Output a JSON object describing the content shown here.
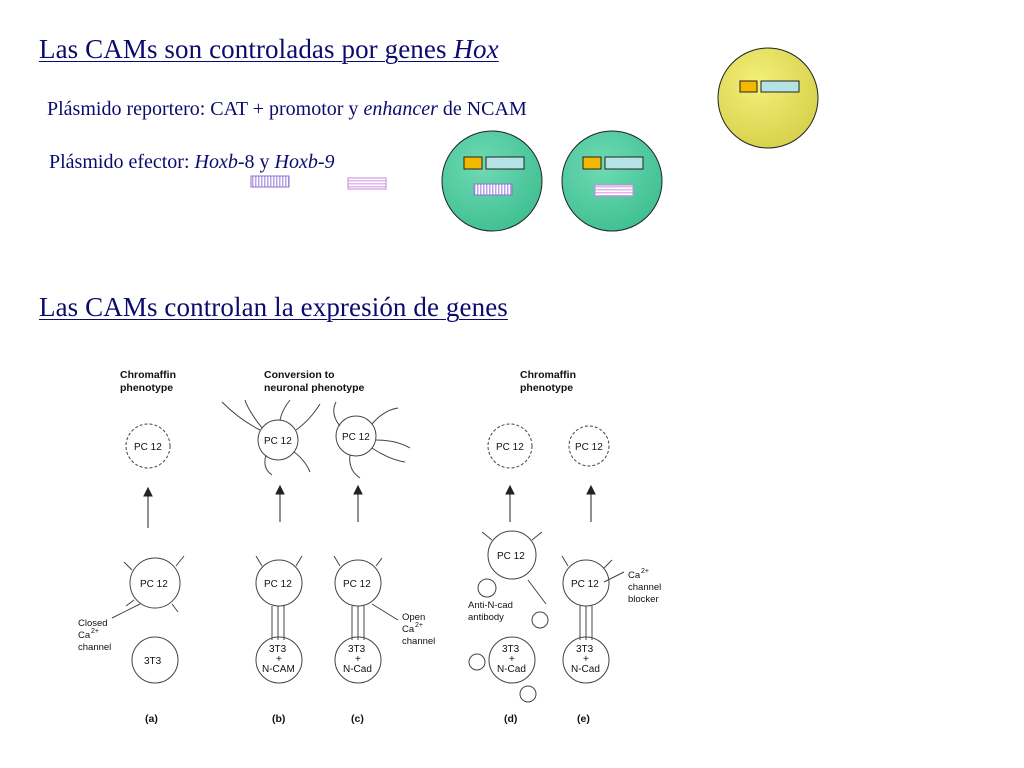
{
  "heading1": {
    "pre": "Las CAMs son controladas por genes ",
    "italic": "Hox"
  },
  "reporter": {
    "pre": "Plásmido reportero: CAT +  promotor y ",
    "italic": "enhancer",
    "post": " de NCAM"
  },
  "effector": {
    "pre": "Plásmido efector: ",
    "gene1": "Hoxb",
    "gene1_suffix": "-8",
    "joiner": " y ",
    "gene2": "Hoxb-9"
  },
  "heading2": "Las CAMs controlan la expresión de genes",
  "colors": {
    "title": "#0b0b6e",
    "promoter": "#f5b800",
    "cat": "#b5e2e4",
    "hoxb8": "#b7a3e6",
    "hoxb9": "#e2b7ee",
    "cell_yellow": "#e6e25c",
    "cell_green": "#4fcaa0"
  },
  "figure": {
    "top_labels": {
      "left": [
        "Chromaffin",
        "phenotype"
      ],
      "middle": [
        "Conversion to",
        "neuronal phenotype"
      ],
      "right": [
        "Chromaffin",
        "phenotype"
      ]
    },
    "top_cells": [
      "PC 12",
      "PC 12",
      "PC 12",
      "PC 12",
      "PC 12"
    ],
    "mid_cells": [
      "PC 12",
      "PC 12",
      "PC 12",
      "PC 12",
      "PC 12"
    ],
    "bottom_cells": [
      [
        "3T3"
      ],
      [
        "3T3",
        "+",
        "N-CAM"
      ],
      [
        "3T3",
        "+",
        "N-Cad"
      ],
      [
        "3T3",
        "+",
        "N-Cad"
      ],
      [
        "3T3",
        "+",
        "N-Cad"
      ]
    ],
    "annotations": {
      "closed": [
        "Closed",
        "Ca",
        "channel"
      ],
      "open": [
        "Open",
        "Ca",
        "channel"
      ],
      "antibody": [
        "Anti-N-cad",
        "antibody"
      ],
      "blocker": [
        "Ca",
        "channel",
        "blocker"
      ],
      "superscript": "2+"
    },
    "panels": [
      "(a)",
      "(b)",
      "(c)",
      "(d)",
      "(e)"
    ]
  }
}
